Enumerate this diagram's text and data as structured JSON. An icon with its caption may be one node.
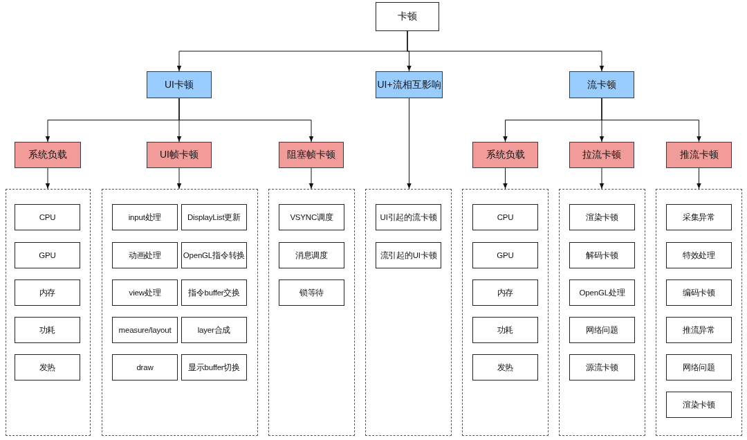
{
  "diagram": {
    "nodes": [
      {
        "text": [
          "卡顿"
        ]
      },
      {
        "text": [
          "UI卡顿"
        ]
      },
      {
        "text": [
          "UI+流相互影响"
        ]
      },
      {
        "text": [
          "流卡顿"
        ]
      },
      {
        "text": [
          "系统负载"
        ]
      },
      {
        "text": [
          "UI帧卡顿"
        ]
      },
      {
        "text": [
          "阻塞帧卡顿"
        ]
      },
      {
        "text": [
          "系统负载"
        ]
      },
      {
        "text": [
          "拉流卡顿"
        ]
      },
      {
        "text": [
          "推流卡顿"
        ]
      },
      {
        "text": [],
        "shape": "box"
      },
      {
        "text": [],
        "shape": "box"
      },
      {
        "text": [],
        "shape": "box"
      },
      {
        "text": [],
        "shape": "box"
      },
      {
        "text": [],
        "shape": "box"
      },
      {
        "text": [],
        "shape": "box"
      },
      {
        "text": [],
        "shape": "box"
      },
      {
        "text": [
          "CPU"
        ],
        "in": 10
      },
      {
        "text": [
          "GPU"
        ],
        "in": 10
      },
      {
        "text": [
          "内存"
        ],
        "in": 10
      },
      {
        "text": [
          "功耗"
        ],
        "in": 10
      },
      {
        "text": [
          "发热"
        ],
        "in": 10
      },
      {
        "text": [
          "input处理"
        ],
        "in": 11
      },
      {
        "text": [
          "DisplayList更新"
        ],
        "in": 11
      },
      {
        "text": [
          "动画处理"
        ],
        "in": 11
      },
      {
        "text": [
          "OpenGL指令转换"
        ],
        "in": 11
      },
      {
        "text": [
          "view处理"
        ],
        "in": 11
      },
      {
        "text": [
          "指令buffer交换"
        ],
        "in": 11
      },
      {
        "text": [
          "measure/layout"
        ],
        "in": 11
      },
      {
        "text": [
          "layer合成"
        ],
        "in": 11
      },
      {
        "text": [
          "draw"
        ],
        "in": 11
      },
      {
        "text": [
          "显示buffer切换"
        ],
        "in": 11
      },
      {
        "text": [
          "VSYNC调度"
        ],
        "in": 12
      },
      {
        "text": [
          "消息调度"
        ],
        "in": 12
      },
      {
        "text": [
          "锁等待"
        ],
        "in": 12
      },
      {
        "text": [
          "UI引起的流卡顿"
        ],
        "in": 13
      },
      {
        "text": [
          "流引起的UI卡顿"
        ],
        "in": 13
      },
      {
        "text": [
          "CPU"
        ],
        "in": 14
      },
      {
        "text": [
          "GPU"
        ],
        "in": 14
      },
      {
        "text": [
          "内存"
        ],
        "in": 14
      },
      {
        "text": [
          "功耗"
        ],
        "in": 14
      },
      {
        "text": [
          "发热"
        ],
        "in": 14
      },
      {
        "text": [
          "渲染卡顿"
        ],
        "in": 15
      },
      {
        "text": [
          "解码卡顿"
        ],
        "in": 15
      },
      {
        "text": [
          "OpenGL处理"
        ],
        "in": 15
      },
      {
        "text": [
          "网络问题"
        ],
        "in": 15
      },
      {
        "text": [
          "源流卡顿"
        ],
        "in": 15
      },
      {
        "text": [
          "采集异常"
        ],
        "in": 16
      },
      {
        "text": [
          "特效处理"
        ],
        "in": 16
      },
      {
        "text": [
          "编码卡顿"
        ],
        "in": 16
      },
      {
        "text": [
          "推流异常"
        ],
        "in": 16
      },
      {
        "text": [
          "网络问题"
        ],
        "in": 16
      },
      {
        "text": [
          "渲染卡顿"
        ],
        "in": 16
      }
    ],
    "edges": [
      {
        "from": 0,
        "to": 1,
        "arrow": "to"
      },
      {
        "from": 0,
        "to": 2,
        "arrow": "to"
      },
      {
        "from": 0,
        "to": 3,
        "arrow": "to"
      },
      {
        "from": 1,
        "to": 4,
        "arrow": "to"
      },
      {
        "from": 1,
        "to": 5,
        "arrow": "to"
      },
      {
        "from": 1,
        "to": 6,
        "arrow": "to"
      },
      {
        "from": 3,
        "to": 7,
        "arrow": "to"
      },
      {
        "from": 3,
        "to": 8,
        "arrow": "to"
      },
      {
        "from": 3,
        "to": 9,
        "arrow": "to"
      },
      {
        "from": 4,
        "to": 10,
        "arrow": "to"
      },
      {
        "from": 5,
        "to": 11,
        "arrow": "to"
      },
      {
        "from": 6,
        "to": 12,
        "arrow": "to"
      },
      {
        "from": 2,
        "to": 13,
        "arrow": "to"
      },
      {
        "from": 7,
        "to": 14,
        "arrow": "to"
      },
      {
        "from": 8,
        "to": 15,
        "arrow": "to"
      },
      {
        "from": 9,
        "to": 16,
        "arrow": "to"
      }
    ]
  }
}
